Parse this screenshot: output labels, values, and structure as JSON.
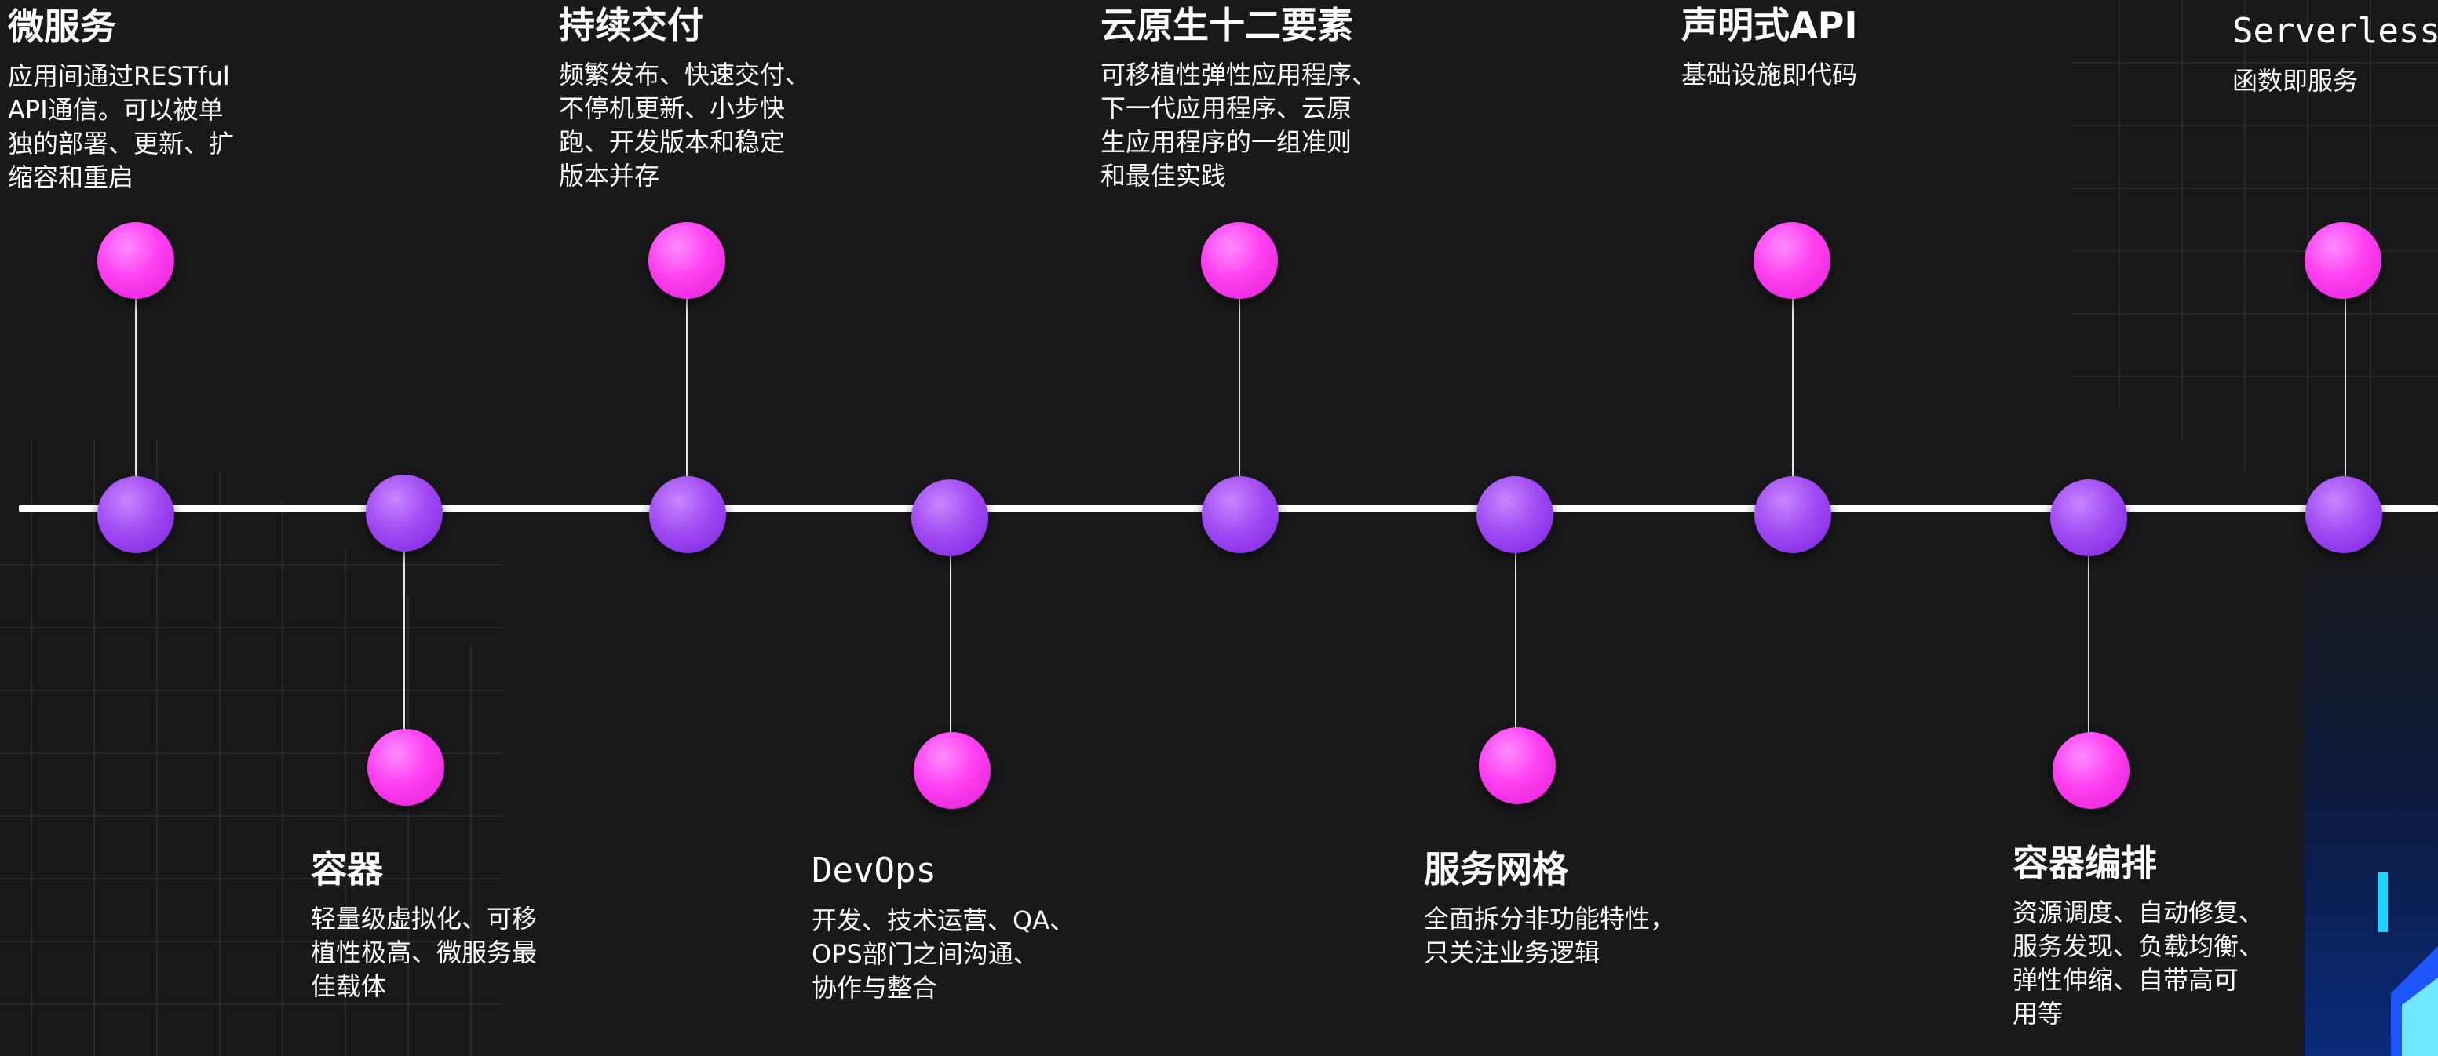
{
  "colors": {
    "background": "#19191b",
    "axis_dot": "#9a3ff0",
    "end_dot": "#ff3ff2",
    "line": "#ffffff",
    "text": "#ffffff"
  },
  "milestones": [
    {
      "title": "微服务",
      "desc": [
        "应用间通过RESTful",
        "API通信。可以被单",
        "独的部署、更新、扩",
        "缩容和重启"
      ]
    },
    {
      "title": "容器",
      "desc": [
        "轻量级虚拟化、可移",
        "植性极高、微服务最",
        "佳载体"
      ]
    },
    {
      "title": "持续交付",
      "desc": [
        "频繁发布、快速交付、",
        "不停机更新、小步快",
        "跑、开发版本和稳定",
        "版本并存"
      ]
    },
    {
      "title": "DevOps",
      "desc": [
        "开发、技术运营、QA、",
        "OPS部门之间沟通、",
        "协作与整合"
      ]
    },
    {
      "title": "云原生十二要素",
      "desc": [
        "可移植性弹性应用程序、",
        "下一代应用程序、云原",
        "生应用程序的一组准则",
        "和最佳实践"
      ]
    },
    {
      "title": "服务网格",
      "desc": [
        "全面拆分非功能特性，",
        "只关注业务逻辑"
      ]
    },
    {
      "title": "声明式API",
      "desc": [
        "基础设施即代码"
      ]
    },
    {
      "title": "容器编排",
      "desc": [
        "资源调度、自动修复、",
        "服务发现、负载均衡、",
        "弹性伸缩、自带高可",
        "用等"
      ]
    },
    {
      "title": "Serverless",
      "desc": [
        "函数即服务"
      ]
    }
  ]
}
